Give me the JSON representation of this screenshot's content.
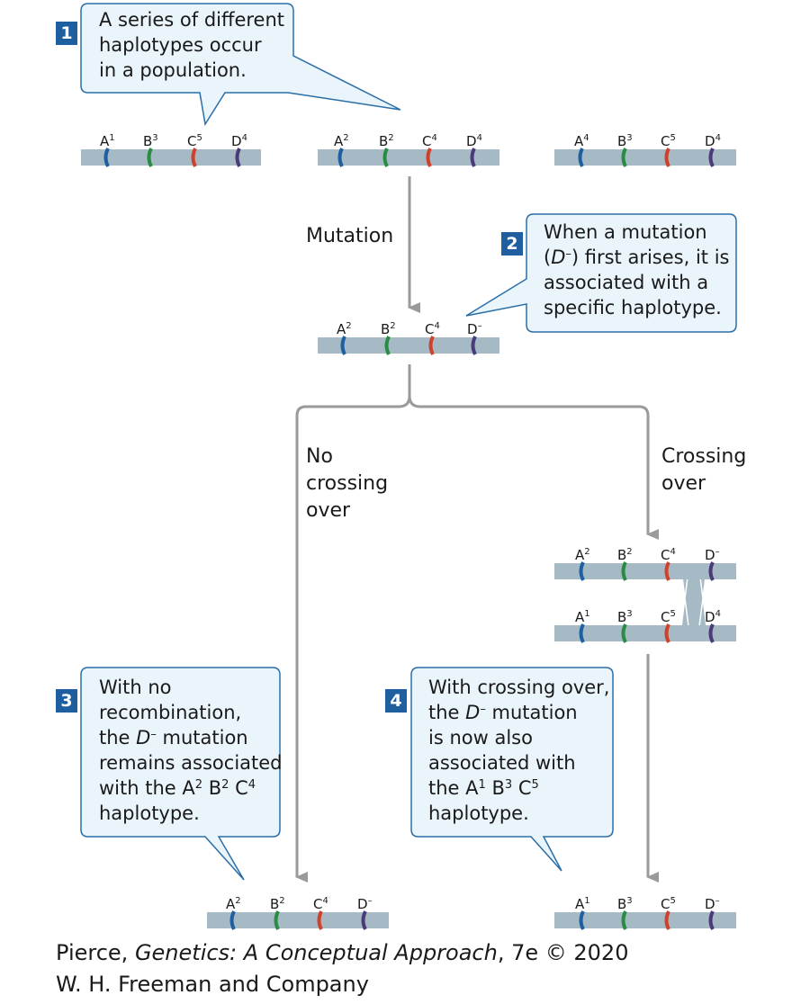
{
  "colors": {
    "chromosome": "#a6bac6",
    "allele_A": "#1f5fa0",
    "allele_B": "#2a8c43",
    "allele_C": "#d0402a",
    "allele_D": "#4a3a7a",
    "arrow": "#9a9a9a",
    "callout_fill": "#eaf4fb",
    "callout_stroke": "#2a6ea8",
    "badge": "#1f5fa0"
  },
  "step1": {
    "badge": "1",
    "lines": [
      "A series of different",
      "haplotypes occur",
      "in a population."
    ]
  },
  "step2": {
    "badge": "2",
    "line1": "When a mutation",
    "line2_open": "(",
    "line2_D": "D",
    "line2_sup": "–",
    "line2_rest": ") first arises, it is",
    "line3": "associated with a",
    "line4": "specific haplotype."
  },
  "step3": {
    "badge": "3",
    "line1": "With no",
    "line2": "recombination,",
    "line3_a": "the ",
    "line3_D": "D",
    "line3_sup": "–",
    "line3_b": " mutation",
    "line4": "remains associated",
    "line5_a": "with the A",
    "line5_s1": "2",
    "line5_b": " B",
    "line5_s2": "2",
    "line5_c": " C",
    "line5_s3": "4",
    "line6": "haplotype."
  },
  "step4": {
    "badge": "4",
    "line1": "With crossing over,",
    "line2_a": "the ",
    "line2_D": "D",
    "line2_sup": "–",
    "line2_b": " mutation",
    "line3": "is now also",
    "line4": "associated with",
    "line5_a": "the A",
    "line5_s1": "1",
    "line5_b": " B",
    "line5_s2": "3",
    "line5_c": " C",
    "line5_s3": "5",
    "line6": "haplotype."
  },
  "labels": {
    "mutation": "Mutation",
    "no_crossing": [
      "No",
      "crossing",
      "over"
    ],
    "crossing": [
      "Crossing",
      "over"
    ]
  },
  "haplotypes": [
    {
      "id": "population-1",
      "alleles": [
        [
          "A",
          "1"
        ],
        [
          "B",
          "3"
        ],
        [
          "C",
          "5"
        ],
        [
          "D",
          "4"
        ]
      ]
    },
    {
      "id": "population-2",
      "alleles": [
        [
          "A",
          "2"
        ],
        [
          "B",
          "2"
        ],
        [
          "C",
          "4"
        ],
        [
          "D",
          "4"
        ]
      ]
    },
    {
      "id": "population-3",
      "alleles": [
        [
          "A",
          "4"
        ],
        [
          "B",
          "3"
        ],
        [
          "C",
          "5"
        ],
        [
          "D",
          "4"
        ]
      ]
    },
    {
      "id": "mutated",
      "alleles": [
        [
          "A",
          "2"
        ],
        [
          "B",
          "2"
        ],
        [
          "C",
          "4"
        ],
        [
          "D",
          "–"
        ]
      ]
    },
    {
      "id": "cross-top",
      "alleles": [
        [
          "A",
          "2"
        ],
        [
          "B",
          "2"
        ],
        [
          "C",
          "4"
        ],
        [
          "D",
          "–"
        ]
      ]
    },
    {
      "id": "cross-bottom",
      "alleles": [
        [
          "A",
          "1"
        ],
        [
          "B",
          "3"
        ],
        [
          "C",
          "5"
        ],
        [
          "D",
          "4"
        ]
      ]
    },
    {
      "id": "result-no-crossing",
      "alleles": [
        [
          "A",
          "2"
        ],
        [
          "B",
          "2"
        ],
        [
          "C",
          "4"
        ],
        [
          "D",
          "–"
        ]
      ]
    },
    {
      "id": "result-crossing",
      "alleles": [
        [
          "A",
          "1"
        ],
        [
          "B",
          "3"
        ],
        [
          "C",
          "5"
        ],
        [
          "D",
          "–"
        ]
      ]
    }
  ],
  "credit": {
    "line1_a": "Pierce, ",
    "line1_title": "Genetics: A Conceptual Approach",
    "line1_b": ", 7e © 2020",
    "line2": "W. H. Freeman and Company"
  }
}
